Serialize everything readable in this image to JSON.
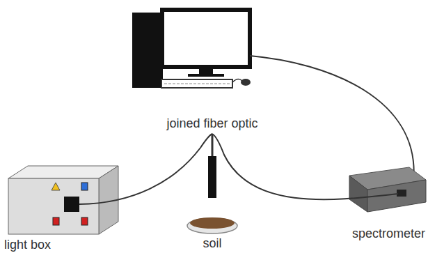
{
  "diagram": {
    "labels": [
      "joined fiber optic",
      "light box",
      "spectrometer",
      "soil"
    ]
  }
}
